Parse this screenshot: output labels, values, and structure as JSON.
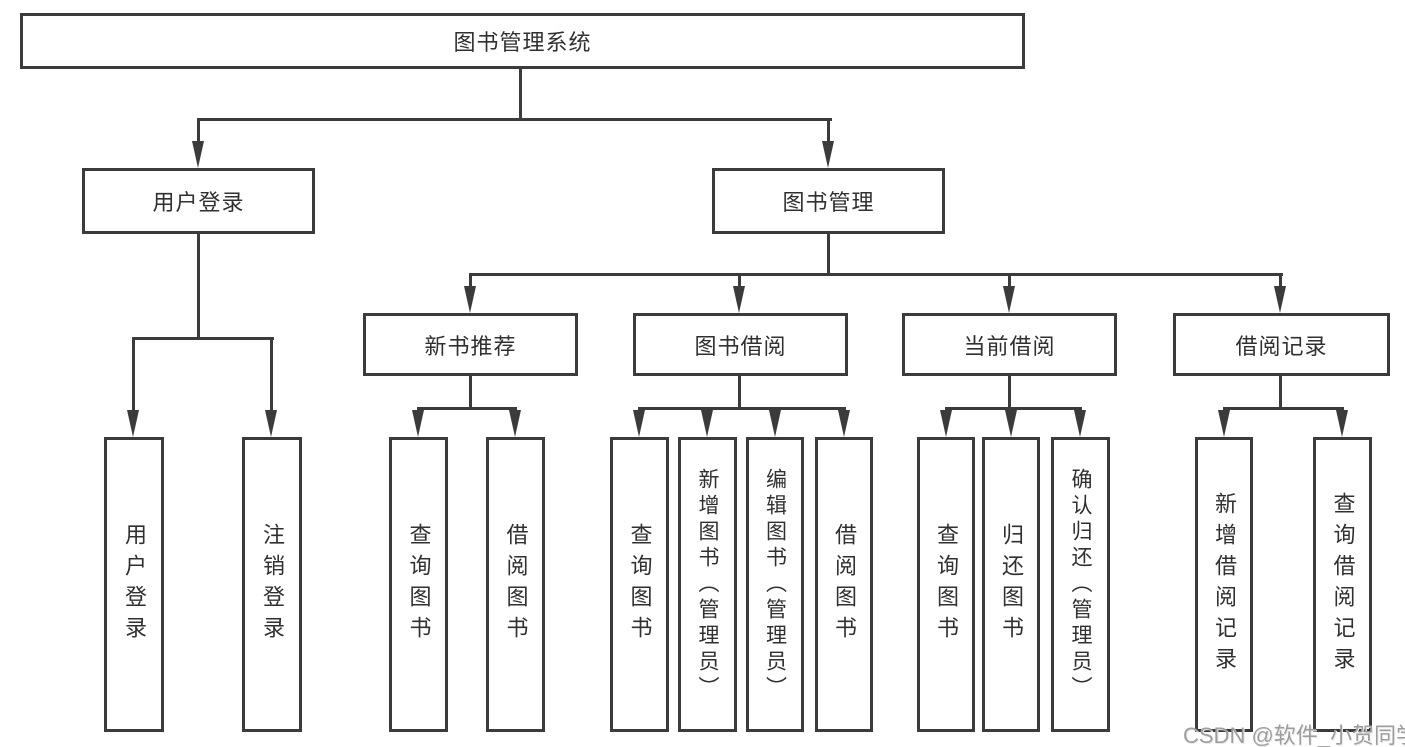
{
  "colors": {
    "line": "#3b3b3b",
    "box_border": "#3b3b3b",
    "text": "#303030",
    "background": "#ffffff",
    "watermark": "#9e9e9e"
  },
  "root": {
    "label": "图书管理系统"
  },
  "level2": {
    "user_login": {
      "label": "用户登录"
    },
    "book_mgmt": {
      "label": "图书管理"
    }
  },
  "level3": {
    "new_books": {
      "label": "新书推荐"
    },
    "book_borrow": {
      "label": "图书借阅"
    },
    "current_borrow": {
      "label": "当前借阅"
    },
    "borrow_records": {
      "label": "借阅记录"
    }
  },
  "leaves": {
    "user_login": {
      "label": "用户登录"
    },
    "logout": {
      "label": "注销登录"
    },
    "nb_query": {
      "label": "查询图书"
    },
    "nb_borrow": {
      "label": "借阅图书"
    },
    "bb_query": {
      "label": "查询图书"
    },
    "bb_add": {
      "label": "新增图书（管理员）"
    },
    "bb_edit": {
      "label": "编辑图书（管理员）"
    },
    "bb_borrow": {
      "label": "借阅图书"
    },
    "cb_query": {
      "label": "查询图书"
    },
    "cb_return": {
      "label": "归还图书"
    },
    "cb_confirm": {
      "label": "确认归还（管理员）"
    },
    "br_add": {
      "label": "新增借阅记录"
    },
    "br_query": {
      "label": "查询借阅记录"
    }
  },
  "watermark": {
    "text": "CSDN @软件_小贺同学"
  }
}
